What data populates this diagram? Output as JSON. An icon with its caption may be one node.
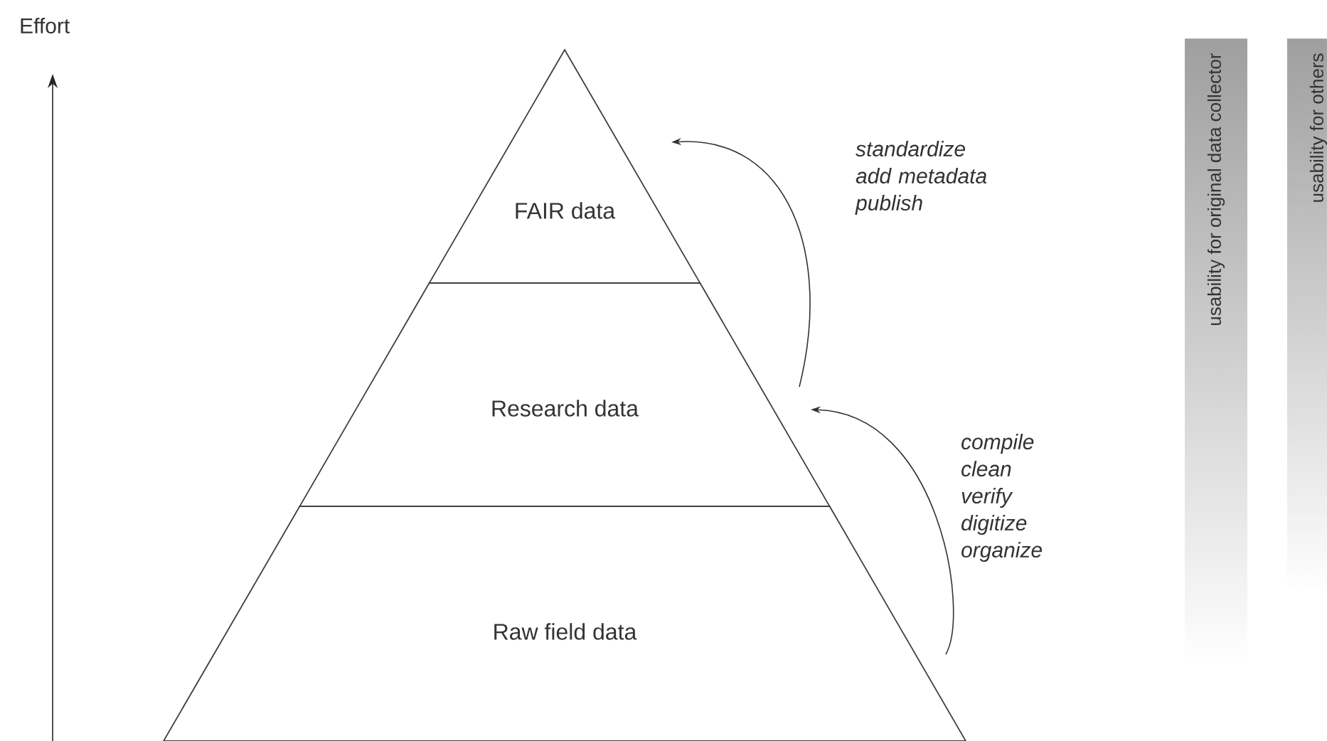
{
  "diagram": {
    "nodes": [
      {
        "text": [
          "FAIR data"
        ]
      },
      {
        "text": [
          "Research data"
        ]
      },
      {
        "text": [
          "Raw field data"
        ]
      },
      {
        "text": [
          "usability for original data collector"
        ]
      },
      {
        "text": [
          "usability for others"
        ]
      }
    ],
    "edges": [
      {
        "from": 1,
        "to": 0,
        "arrow": "to",
        "label": "standardize add metadata publish"
      },
      {
        "from": 2,
        "to": 1,
        "arrow": "to",
        "label": "compile clean verify digitize organize"
      }
    ],
    "labels": [
      "Effort"
    ]
  }
}
